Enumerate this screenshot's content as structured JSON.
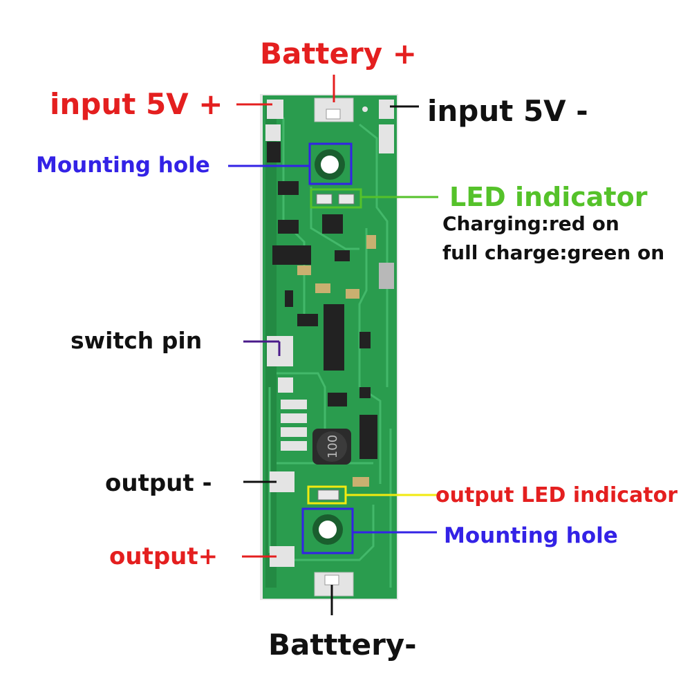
{
  "labels": {
    "battery_plus": "Battery +",
    "input_plus": "input 5V +",
    "input_minus": "input 5V -",
    "mounting_hole_top": "Mounting hole",
    "led_indicator": "LED indicator",
    "charging": "Charging:red on",
    "full_charge": "full charge:green on",
    "switch_pin": "switch pin",
    "output_minus": "output -",
    "output_led": "output LED indicator",
    "mounting_hole_bottom": "Mounting hole",
    "output_plus": "output+",
    "battery_minus": "Batttery-"
  },
  "board": {
    "inductor_marking": "100"
  },
  "colors": {
    "red": "#e41f1f",
    "black": "#111111",
    "blue": "#3322e6",
    "green": "#55c22a",
    "yellow": "#f2ea10",
    "purple": "#4a1a8a",
    "pcb": "#2a9c4e",
    "pcb_dark": "#1f7f3c",
    "trace": "#43b86a",
    "pad": "#e4e4e4"
  }
}
